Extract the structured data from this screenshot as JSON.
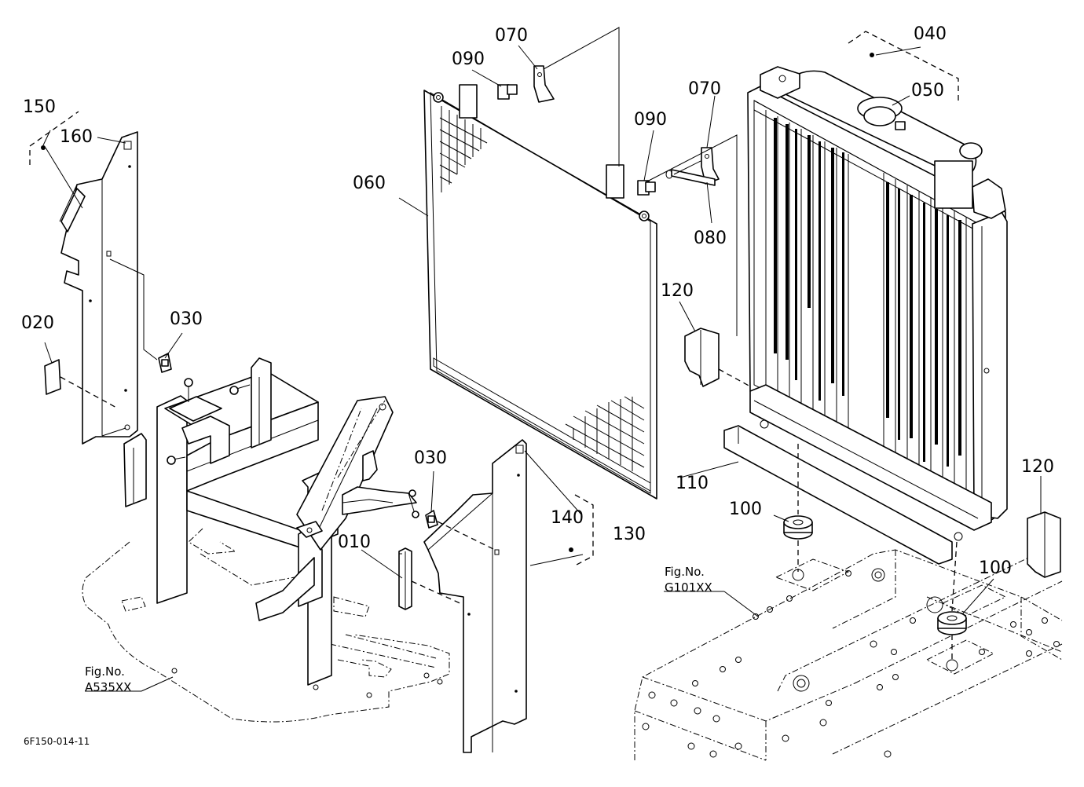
{
  "parts": [
    {
      "id": "p010",
      "label": "010"
    },
    {
      "id": "p020",
      "label": "020"
    },
    {
      "id": "p030a",
      "label": "030"
    },
    {
      "id": "p030b",
      "label": "030"
    },
    {
      "id": "p040",
      "label": "040"
    },
    {
      "id": "p050",
      "label": "050"
    },
    {
      "id": "p060",
      "label": "060"
    },
    {
      "id": "p070a",
      "label": "070"
    },
    {
      "id": "p070b",
      "label": "070"
    },
    {
      "id": "p080",
      "label": "080"
    },
    {
      "id": "p090a",
      "label": "090"
    },
    {
      "id": "p090b",
      "label": "090"
    },
    {
      "id": "p100a",
      "label": "100"
    },
    {
      "id": "p100b",
      "label": "100"
    },
    {
      "id": "p110",
      "label": "110"
    },
    {
      "id": "p120a",
      "label": "120"
    },
    {
      "id": "p120b",
      "label": "120"
    },
    {
      "id": "p130",
      "label": "130"
    },
    {
      "id": "p140",
      "label": "140"
    },
    {
      "id": "p150",
      "label": "150"
    },
    {
      "id": "p160",
      "label": "160"
    }
  ],
  "references": {
    "frame": {
      "line1": "Fig.No.",
      "line2": "A535XX"
    },
    "chassis": {
      "line1": "Fig.No.",
      "line2": "G101XX"
    }
  },
  "diagram_code": "6F150-014-11"
}
